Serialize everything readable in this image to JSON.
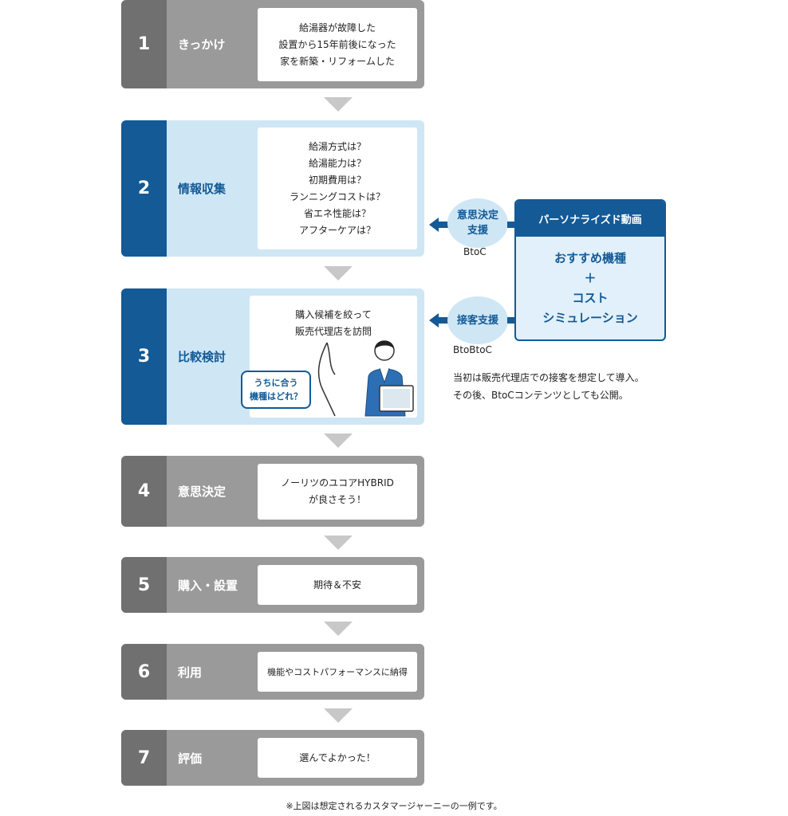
{
  "steps": [
    {
      "num": "1",
      "label": "きっかけ",
      "lines": [
        "給湯器が故障した",
        "設置から15年前後になった",
        "家を新築・リフォームした"
      ]
    },
    {
      "num": "2",
      "label": "情報収集",
      "lines": [
        "給湯方式は？",
        "給湯能力は？",
        "初期費用は？",
        "ランニングコストは？",
        "省エネ性能は？",
        "アフターケアは？"
      ]
    },
    {
      "num": "3",
      "label": "比較検討",
      "lines": [
        "購入候補を絞って",
        "販売代理店を訪問"
      ],
      "bubble": [
        "うちに合う",
        "機種はどれ？"
      ]
    },
    {
      "num": "4",
      "label": "意思決定",
      "lines": [
        "ノーリツのユコアHYBRID",
        "が良さそう！"
      ]
    },
    {
      "num": "5",
      "label": "購入・設置",
      "lines": [
        "期待＆不安"
      ]
    },
    {
      "num": "6",
      "label": "利用",
      "lines": [
        "機能やコストパフォーマンスに納得"
      ]
    },
    {
      "num": "7",
      "label": "評価",
      "lines": [
        "選んでよかった！"
      ]
    }
  ],
  "support": {
    "decision": {
      "lines": [
        "意思決定",
        "支援"
      ],
      "tag": "BtoC"
    },
    "customer": {
      "lines": [
        "接客支援"
      ],
      "tag": "BtoBtoC"
    }
  },
  "personalized": {
    "header": "パーソナライズド動画",
    "body": [
      "おすすめ機種",
      "＋",
      "コスト",
      "シミュレーション"
    ]
  },
  "note_lines": [
    "当初は販売代理店での接客を想定して導入。",
    "その後、BtoCコンテンツとしても公開。"
  ],
  "footnote": "※上図は想定されるカスタマージャーニーの一例です。",
  "colors": {
    "blue": "#135a96",
    "light_blue": "#cfe6f5",
    "gray": "#9a9a9a",
    "dark_gray": "#707070"
  }
}
